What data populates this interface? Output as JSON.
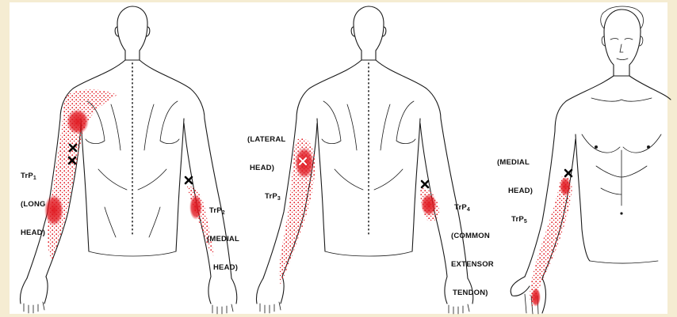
{
  "colors": {
    "background": "#f5ecd2",
    "referral_dense": "#e0141c",
    "referral_spillover": "#e8474d",
    "trigger_point": "#000000"
  },
  "labels": {
    "trp1": {
      "prefix": "TrP",
      "sub": "1",
      "lines": [
        "(LONG",
        "HEAD)"
      ]
    },
    "trp2": {
      "prefix": "TrP",
      "sub": "2",
      "lines": [
        "(MEDIAL",
        "HEAD)"
      ]
    },
    "trp3": {
      "prefix": "TrP",
      "sub": "3",
      "lines": [
        "(LATERAL",
        "HEAD)"
      ]
    },
    "trp4": {
      "prefix": "TrP",
      "sub": "4",
      "lines": [
        "(COMMON",
        "EXTENSOR",
        "TENDON)"
      ]
    },
    "trp5": {
      "prefix": "TrP",
      "sub": "5",
      "lines": [
        "(MEDIAL",
        "HEAD)"
      ]
    }
  }
}
